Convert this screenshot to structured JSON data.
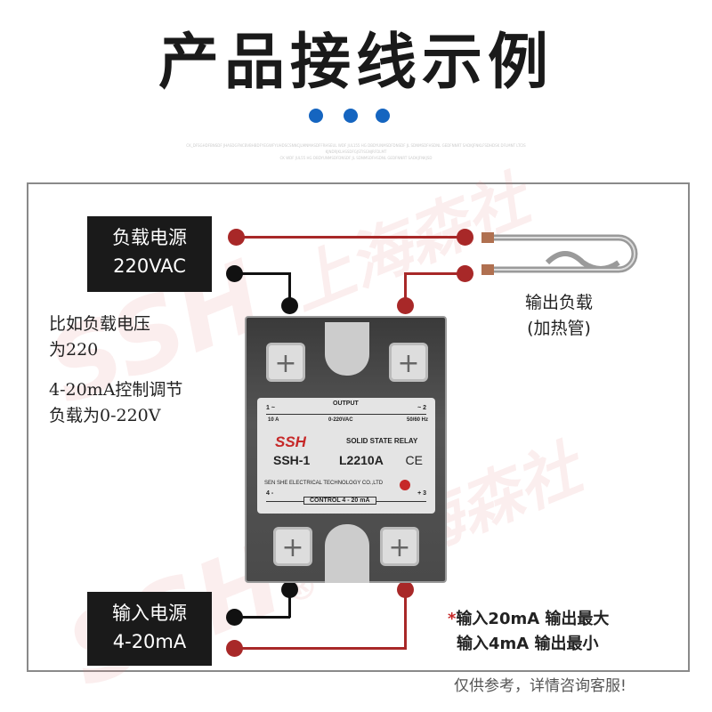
{
  "title": "产品接线示例",
  "watermark": {
    "brand": "SSH",
    "company": "上海森社",
    "registered": "®"
  },
  "fine_print": [
    "CK_DFSGHDFBNSDF JHASDGFNCBVBHBDFYEGWFYUHDSCSNNCJLMNMASDFFRHSEUL WDF JUL155 HG DBDYUNMSDFDNSDF JL SDNMSDFHSDNL GEDFNNRT SADKJFNKLFSDHDSK DFLMNT LTCIS",
    "KJNDRJKLHSSDFGJSTISGNJRFDLMT",
    "CK WDF JUL55 HG DBDYUNMSDFDNSDF JL SDNMSDFHSDNL GEDFNNRT SADKJFNKJSD"
  ],
  "load_power": {
    "line1": "负载电源",
    "line2": "220VAC"
  },
  "input_power": {
    "line1": "输入电源",
    "line2": "4-20mA"
  },
  "left_notes": [
    "比如负载电压",
    "为220",
    "4-20mA控制调节",
    "负载为0-220V"
  ],
  "output_load": {
    "line1": "输出负载",
    "line2": "(加热管)"
  },
  "right_notes": {
    "star": "*",
    "line1": "输入20mA 输出最大",
    "line2": "输入4mA 输出最小"
  },
  "disclaimer": "仅供参考，详情咨询客服!",
  "relay": {
    "t1": "1 ~",
    "t2": "~ 2",
    "output": "OUTPUT",
    "current": "10 A",
    "voltage": "0-220VAC",
    "freq": "50/60 Hz",
    "brand": "SSH",
    "type": "SOLID STATE RELAY",
    "model1": "SSH-1",
    "model2": "L2210A",
    "ce": "CE",
    "maker": "SEN SHE ELECTRICAL TECHNOLOGY CO.,LTD",
    "t4": "4 -",
    "t3": "+ 3",
    "control": "CONTROL 4 - 20 mA"
  },
  "colors": {
    "accent": "#1565c0",
    "wire_red": "#a82828",
    "wire_black": "#111111"
  }
}
